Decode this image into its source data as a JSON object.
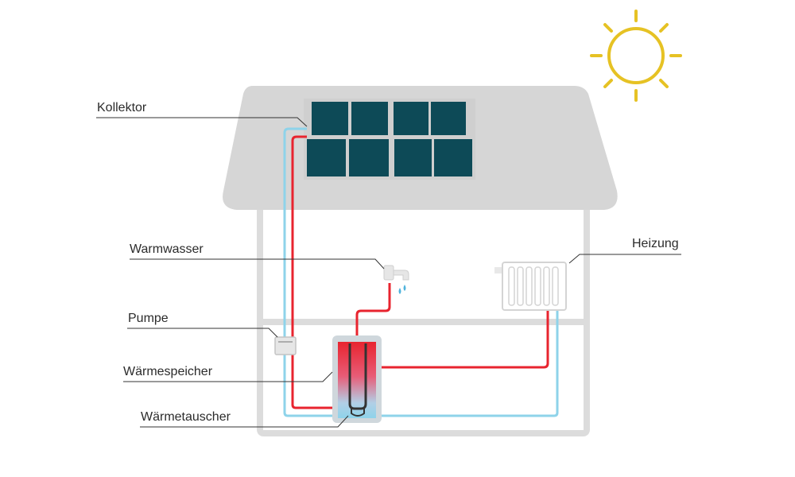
{
  "labels": {
    "kollektor": "Kollektor",
    "warmwasser": "Warmwasser",
    "pumpe": "Pumpe",
    "waermespeicher": "Wärmespeicher",
    "waermetauscher": "Wärmetauscher",
    "heizung": "Heizung"
  },
  "colors": {
    "house": "#dcdcdc",
    "roof": "#d6d6d6",
    "panel": "#0d4a57",
    "panel_frame": "#cfcfcf",
    "hot_pipe": "#e8242f",
    "cold_pipe": "#8ed3ea",
    "sun": "#e6c224",
    "leader_line": "#333333",
    "label_text": "#2b2b2b"
  },
  "icons": [
    "sun-icon",
    "faucet-icon",
    "radiator-icon",
    "pump-icon",
    "storage-tank-icon",
    "heat-exchanger-icon",
    "solar-collector-icon"
  ]
}
